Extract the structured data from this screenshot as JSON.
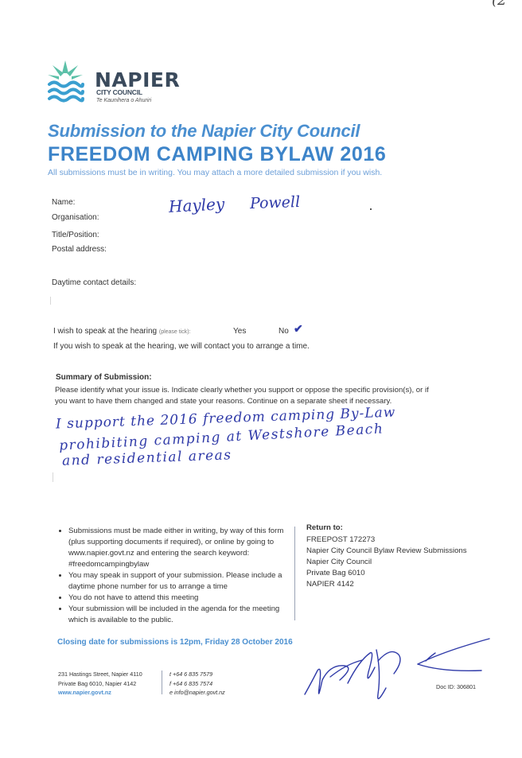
{
  "page_mark": "(2",
  "logo": {
    "name": "NAPIER",
    "sub": "CITY COUNCIL",
    "maori": "Te Kaunihera o Ahuriri",
    "icon": "napier-logo-icon",
    "colors": {
      "leaf": "#5cc0a8",
      "wave": "#3a9fd0"
    }
  },
  "title": {
    "line1": "Submission to the Napier City Council",
    "line2": "FREEDOM CAMPING BYLAW 2016"
  },
  "intro": "All submissions must be in writing. You may attach a more detailed submission if you wish.",
  "fields": {
    "name_label": "Name:",
    "organisation_label": "Organisation:",
    "title_label": "Title/Position:",
    "postal_label": "Postal address:",
    "daytime_label": "Daytime contact details:",
    "name_value_first": "Hayley",
    "name_value_last": "Powell"
  },
  "hearing": {
    "question": "I wish to speak at the hearing",
    "hint": "(please tick):",
    "yes_label": "Yes",
    "no_label": "No",
    "tick": "✔",
    "note": "If you wish to speak at the hearing, we will contact you to arrange a time."
  },
  "summary": {
    "heading": "Summary of Submission:",
    "instructions_1": "Please identify what your issue is. Indicate clearly whether you support or oppose the specific provision(s), or if",
    "instructions_2": "you want to have them changed and state your reasons. Continue on a separate sheet if necessary.",
    "hand_line1": "I support the 2016 freedom camping By-Law",
    "hand_line2": "prohibiting camping at Westshore Beach",
    "hand_line3": "and residential areas"
  },
  "info": {
    "bullets": [
      "Submissions must be made either in writing, by way of this form (plus supporting documents if required), or online by going to www.napier.govt.nz and entering the search keyword: #freedomcampingbylaw",
      "You may speak in support of your submission. Please include a daytime phone number for us to arrange a time",
      "You do not have to attend this meeting",
      "Your submission will be included in the agenda for the meeting which is available to the public."
    ],
    "return_heading": "Return to:",
    "return_lines": [
      "FREEPOST 172273",
      "Napier City Council Bylaw Review Submissions",
      "Napier City Council",
      "Private Bag 6010",
      "NAPIER 4142"
    ]
  },
  "closing": "Closing date for submissions is 12pm, Friday 28 October 2016",
  "footer": {
    "address_1": "231 Hastings Street, Napier 4110",
    "address_2": "Private Bag 6010, Napier 4142",
    "website": "www.napier.govt.nz",
    "phone": "t +64 6 835 7579",
    "fax": "f +64 6 835 7574",
    "email": "e info@napier.govt.nz",
    "doc_id": "Doc ID: 306801"
  }
}
